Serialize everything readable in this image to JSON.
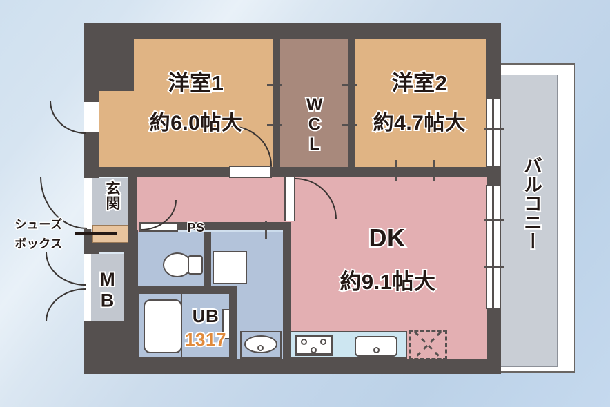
{
  "plan": {
    "title": "Japanese apartment floor plan",
    "background_color": "#cfe0ef"
  },
  "rooms": [
    {
      "id": "washitsu1",
      "name": "洋室1",
      "area": "約6.0帖大",
      "color": "#e0b484"
    },
    {
      "id": "washitsu2",
      "name": "洋室2",
      "area": "約4.7帖大",
      "color": "#e0b484"
    },
    {
      "id": "dk",
      "name": "DK",
      "area": "約9.1帖大",
      "color": "#e3afb2"
    }
  ],
  "labels": {
    "wcl": "WCL",
    "genkan": "玄関",
    "shoe_box": "シューズ\nボックス",
    "shoe_box_line1": "シューズ",
    "shoe_box_line2": "ボックス",
    "mb": "MB",
    "ps": "PS",
    "ub": "UB",
    "ub_size": "1317",
    "balcony": "バルコニー"
  },
  "colors": {
    "wall": "#55504f",
    "room_tan": "#e0b484",
    "room_pink": "#e3afb2",
    "wcl_brown": "#a8897c",
    "water_blue": "#b3c3da",
    "kitchen_counter": "#cde6f1",
    "balcony_gray": "#c9ced5",
    "entry_gray": "#c2c7cf",
    "shoe_box": "#e8c49e",
    "ub_number": "#e08a3c"
  },
  "fixtures": [
    {
      "name": "toilet",
      "room": "toilet"
    },
    {
      "name": "bathtub",
      "room": "unit-bath"
    },
    {
      "name": "washbasin",
      "room": "washroom"
    },
    {
      "name": "washing-machine-space",
      "room": "washroom"
    },
    {
      "name": "stove",
      "burners": 3,
      "room": "dk"
    },
    {
      "name": "sink",
      "room": "dk"
    },
    {
      "name": "refrigerator-space",
      "room": "dk"
    },
    {
      "name": "shoe-box",
      "room": "genkan"
    }
  ]
}
